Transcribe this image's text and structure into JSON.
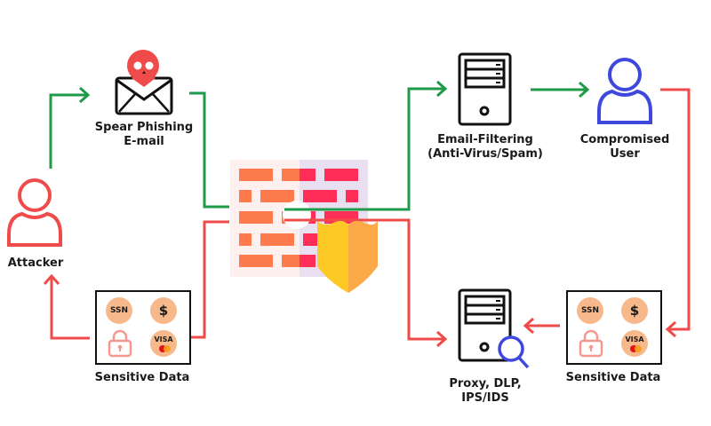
{
  "colors": {
    "green": "#1f9a49",
    "red": "#f04b4b",
    "blue": "#3f48dd",
    "black": "#111111",
    "chip": "#f7b98b",
    "brick_orange": "#fc7a4c",
    "brick_red": "#ff2e58",
    "shield_yellow": "#fdc924",
    "shield_orange": "#fcaa47"
  },
  "nodes": {
    "attacker": {
      "label": "Attacker",
      "icon": "user-icon"
    },
    "spear_phishing": {
      "label_line1": "Spear Phishing",
      "label_line2": "E-mail",
      "icon": "envelope-skull-icon"
    },
    "firewall": {
      "icon": "firewall-shield-icon"
    },
    "email_filtering": {
      "label_line1": "Email-Filtering",
      "label_line2": "(Anti-Virus/Spam)",
      "icon": "server-icon"
    },
    "compromised_user": {
      "label_line1": "Compromised",
      "label_line2": "User",
      "icon": "user-icon"
    },
    "sensitive_data_left": {
      "label": "Sensitive Data",
      "items": [
        "SSN",
        "$",
        "lock",
        "VISA"
      ]
    },
    "sensitive_data_right": {
      "label": "Sensitive Data",
      "items": [
        "SSN",
        "$",
        "lock",
        "VISA"
      ]
    },
    "proxy": {
      "label_line1": "Proxy, DLP,",
      "label_line2": "IPS/IDS",
      "icon": "server-search-icon"
    }
  },
  "chips": {
    "ssn": "SSN",
    "dollar": "$",
    "visa": "VISA"
  },
  "flows": [
    {
      "from": "attacker",
      "to": "spear_phishing",
      "color": "green"
    },
    {
      "from": "spear_phishing",
      "to": "email_filtering",
      "via": "firewall",
      "color": "green"
    },
    {
      "from": "email_filtering",
      "to": "compromised_user",
      "color": "green"
    },
    {
      "from": "compromised_user",
      "to": "sensitive_data_right",
      "color": "red"
    },
    {
      "from": "sensitive_data_right",
      "to": "proxy",
      "color": "red"
    },
    {
      "from": "sensitive_data_left",
      "to": "proxy",
      "via": "firewall",
      "color": "red"
    },
    {
      "from": "sensitive_data_left",
      "to": "attacker",
      "color": "red"
    }
  ]
}
